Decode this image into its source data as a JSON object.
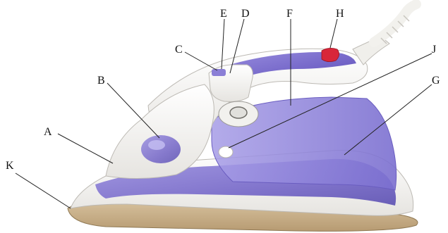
{
  "figure": {
    "subject": "steam-iron",
    "colors": {
      "body": "#f5f4f2",
      "accent": "#7a6ccc",
      "accent_dark": "#5a4db0",
      "soleplate": "#c9b28f",
      "red_button": "#d8263a",
      "shadow": "#d9d7d3"
    }
  },
  "labels": {
    "A": "A",
    "B": "B",
    "C": "C",
    "D": "D",
    "E": "E",
    "F": "F",
    "G": "G",
    "H": "H",
    "J": "J",
    "K": "K"
  }
}
